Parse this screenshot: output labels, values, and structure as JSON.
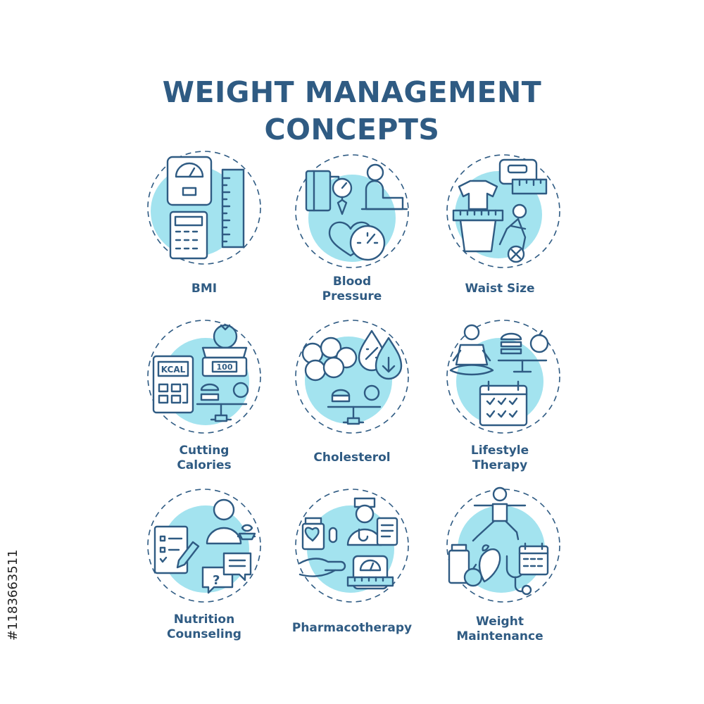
{
  "title": {
    "line1": "WEIGHT MANAGEMENT",
    "line2": "CONCEPTS"
  },
  "concepts": [
    {
      "lines": [
        "BMI"
      ],
      "icon": "scale-calculator-ruler-icon"
    },
    {
      "lines": [
        "Blood",
        "Pressure"
      ],
      "icon": "blood-pressure-monitor-icon"
    },
    {
      "lines": [
        "Waist Size"
      ],
      "icon": "waist-measuring-tape-icon"
    },
    {
      "lines": [
        "Cutting",
        "Calories"
      ],
      "icon": "kcal-food-scale-icon"
    },
    {
      "lines": [
        "Cholesterol"
      ],
      "icon": "cholesterol-molecule-icon"
    },
    {
      "lines": [
        "Lifestyle",
        "Therapy"
      ],
      "icon": "yoga-calendar-icon"
    },
    {
      "lines": [
        "Nutrition",
        "Counseling"
      ],
      "icon": "nutritionist-chat-icon"
    },
    {
      "lines": [
        "Pharmacotherapy"
      ],
      "icon": "doctor-medication-icon"
    },
    {
      "lines": [
        "Weight",
        "Maintenance"
      ],
      "icon": "exercise-diet-icon"
    }
  ],
  "scale_readout": "100",
  "kcal_text": "KCAL",
  "side_id": "#1183663511",
  "colors": {
    "text": "#2f5b83",
    "accent": "#a3e3ef",
    "background": "#ffffff"
  }
}
